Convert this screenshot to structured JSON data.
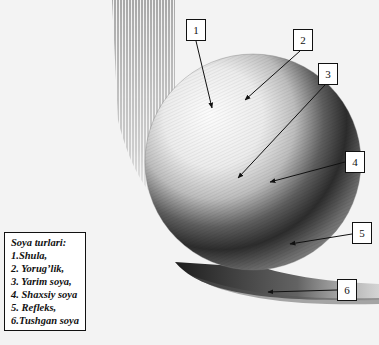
{
  "diagram": {
    "nodes": [
      {
        "text": [
          "1"
        ]
      },
      {
        "text": [
          "2"
        ]
      },
      {
        "text": [
          "3"
        ]
      },
      {
        "text": [
          "4"
        ]
      },
      {
        "text": [
          "5"
        ]
      },
      {
        "text": [
          "6"
        ]
      },
      {
        "text": [
          "Soya turlari:",
          "1.Shula,",
          "2. Yorug’lik,",
          "3. Yarim soya,",
          "4. Shaxsiy soya",
          "5. Refleks,",
          "6.Tushgan soya"
        ]
      }
    ]
  }
}
